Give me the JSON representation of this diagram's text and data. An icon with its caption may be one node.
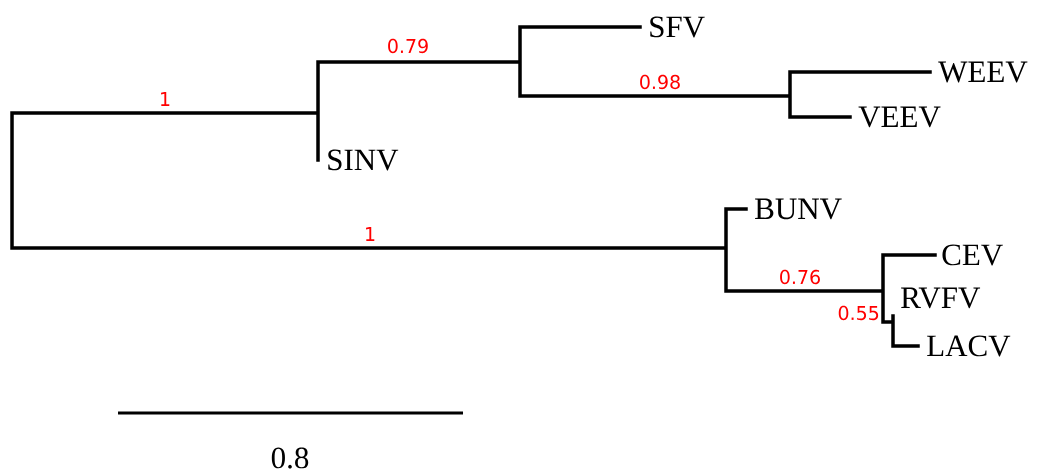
{
  "diagram": {
    "labels": [
      "SFV",
      "0.79",
      "WEEV",
      "0.98",
      "1",
      "VEEV",
      "SINV",
      "BUNV",
      "1",
      "CEV",
      "0.76",
      "RVFV",
      "0.55",
      "LACV",
      "0.8"
    ]
  }
}
